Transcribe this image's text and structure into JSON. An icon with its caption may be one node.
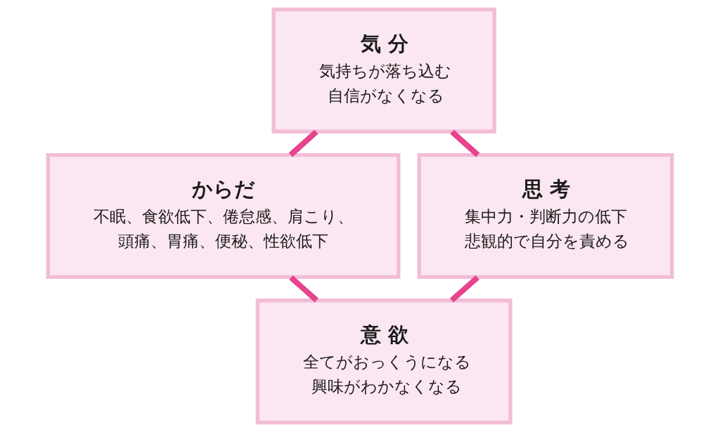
{
  "diagram": {
    "nodes": [
      {
        "text": [
          "気 分",
          "気持ちが落ち込む",
          "自信がなくなる"
        ]
      },
      {
        "text": [
          "からだ",
          "不眠、食欲低下、倦怠感、肩こり、頭痛、胃痛、便秘、性欲低下"
        ]
      },
      {
        "text": [
          "思 考",
          "集中力・判断力の低下",
          "悲観的で自分を責める"
        ]
      },
      {
        "text": [
          "意 欲",
          "全てがおっくうになる",
          "興味がわかなくなる"
        ]
      }
    ],
    "edges": [
      {
        "from": 0,
        "to": 1,
        "arrow": "none"
      },
      {
        "from": 0,
        "to": 2,
        "arrow": "none"
      },
      {
        "from": 1,
        "to": 3,
        "arrow": "none"
      },
      {
        "from": 2,
        "to": 3,
        "arrow": "none"
      }
    ]
  }
}
